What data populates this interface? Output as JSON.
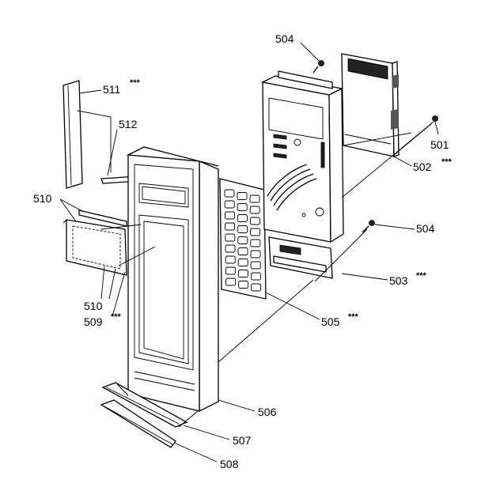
{
  "labels": {
    "p501": "501",
    "p502": "502",
    "p503": "503",
    "p504a": "504",
    "p504b": "504",
    "p505": "505",
    "p506": "506",
    "p507": "507",
    "p508": "508",
    "p509": "509",
    "p510a": "510",
    "p510b": "510",
    "p511": "511",
    "p512": "512"
  },
  "stars": {
    "s502": "***",
    "s503": "***",
    "s505": "***",
    "s509": "***",
    "s511": "***"
  }
}
